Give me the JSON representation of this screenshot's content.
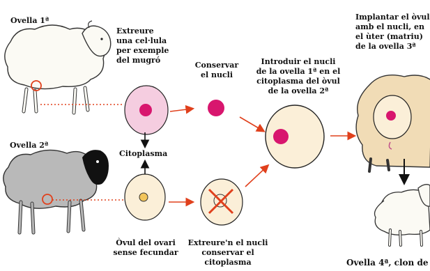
{
  "labels": {
    "sheep1": "Ovella 1ª",
    "sheep2": "Ovella 2ª",
    "extract_cell": [
      "Extreure",
      "una cel·lula",
      "per exemple",
      "del mugró"
    ],
    "keep_nucleus": [
      "Conservar",
      "el nucli"
    ],
    "introduce_nucleus": [
      "Introduir el nucli",
      "de la ovella 1ª en el",
      "citoplasma del òvul",
      "de la ovella 2ª"
    ],
    "implant": [
      "Implantar el òvul",
      "amb el nucli, en",
      "el ùter (matriu)",
      "de la ovella 3ª"
    ],
    "cytoplasm": "Citoplasma",
    "ovum": [
      "Òvul del ovari",
      "sense fecundar"
    ],
    "remove_nucleus": [
      "Extreure'n el nucli",
      "conservar el citoplasma"
    ],
    "clone": "Ovella 4ª, clon de"
  },
  "colors": {
    "arrow": "#e0401c",
    "nucleus": "#d8166e",
    "cell_pink": "#f5cde0",
    "cell_cream": "#fbefd8",
    "sheep_white": "#fbfaf4",
    "sheep_grey": "#b9b9b9",
    "sheep_tan": "#f1dcb6",
    "cross": "#e0401c"
  }
}
